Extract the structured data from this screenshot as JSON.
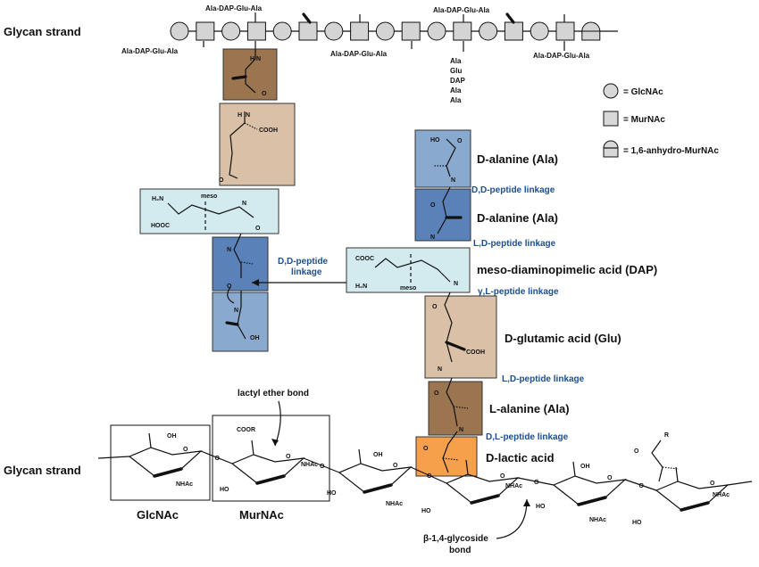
{
  "glycan_top": {
    "label": "Glycan strand",
    "peptides_above": [
      "Ala-DAP-Glu-Ala",
      "Ala-DAP-Glu-Ala"
    ],
    "peptides_below": [
      "Ala-DAP-Glu-Ala",
      "Ala-DAP-Glu-Ala",
      "Ala-DAP-Glu-Ala"
    ],
    "vertical_stem": [
      "Ala",
      "Glu",
      "DAP",
      "Ala",
      "Ala"
    ]
  },
  "legend": [
    {
      "symbol": "circle",
      "text": "= GlcNAc"
    },
    {
      "symbol": "square",
      "text": "= MurNAc"
    },
    {
      "symbol": "anhydro",
      "text": "= 1,6-anhydro-MurNAc"
    }
  ],
  "residues": {
    "d_ala_top": "D-alanine (Ala)",
    "d_ala_2": "D-alanine (Ala)",
    "dap": "meso-diaminopimelic acid (DAP)",
    "glu": "D-glutamic acid (Glu)",
    "l_ala": "L-alanine (Ala)",
    "lactic": "D-lactic acid"
  },
  "linkages": {
    "dd1": "D,D-peptide linkage",
    "ld1": "L,D-peptide linkage",
    "gamma": "γ,L-peptide linkage",
    "ld2": "L,D-peptide linkage",
    "dl": "D,L-peptide linkage",
    "crosslink_line1": "D,D-peptide",
    "crosslink_line2": "linkage"
  },
  "atoms": {
    "cooh": "COOH",
    "h2n": "H₂N",
    "cooc": "COOC",
    "hooc": "HOOC",
    "meso": "meso",
    "n": "N",
    "h": "H",
    "o": "O",
    "oh": "OH",
    "ho": "HO",
    "nhac": "NHAc",
    "coor": "COOR",
    "r": "R",
    "ho_acid": "HO"
  },
  "glycan_bottom": {
    "label": "Glycan strand",
    "glcnac": "GlcNAc",
    "murnac": "MurNAc",
    "lactyl": "lactyl ether bond",
    "glycoside_line1": "β-1,4-glycoside",
    "glycoside_line2": "bond"
  },
  "colors": {
    "brown_dark": "#9b7450",
    "tan": "#d9c0a6",
    "light_blue": "#d3ebef",
    "blue_dark": "#5a82b8",
    "blue_mid": "#8aa9cf",
    "orange": "#f7a04c",
    "link_blue": "#1b4f8f"
  }
}
